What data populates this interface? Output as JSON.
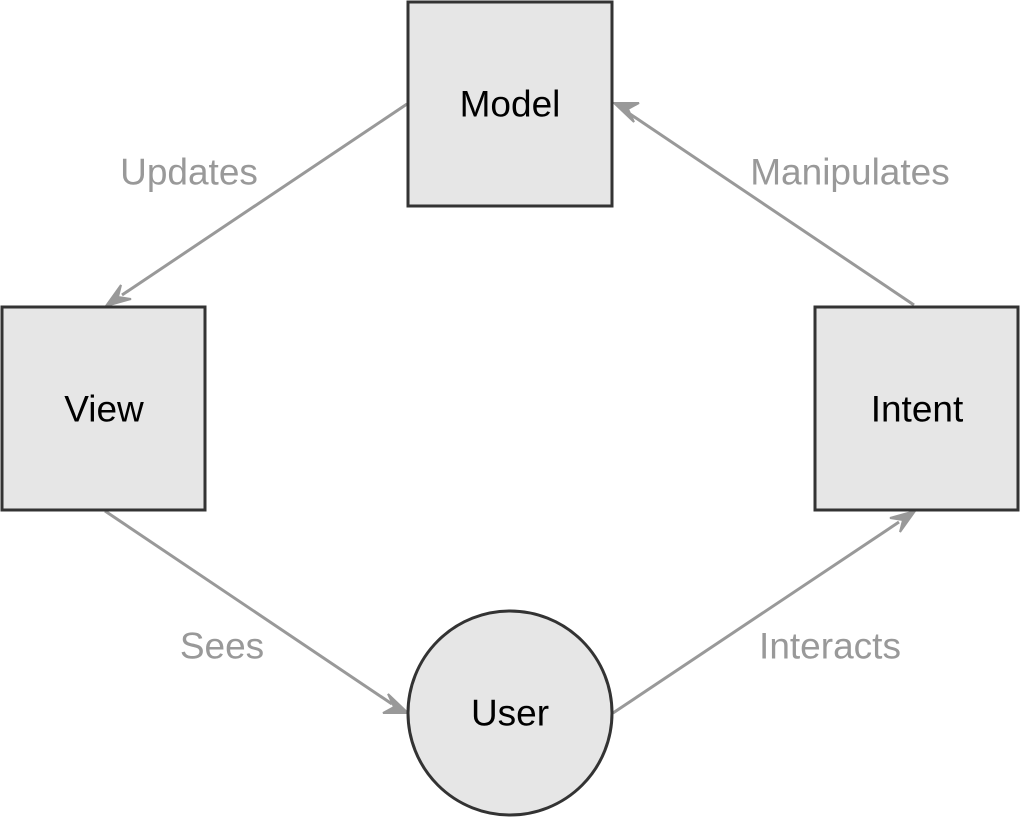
{
  "nodes": {
    "model": {
      "label": "Model",
      "shape": "square"
    },
    "view": {
      "label": "View",
      "shape": "square"
    },
    "intent": {
      "label": "Intent",
      "shape": "square"
    },
    "user": {
      "label": "User",
      "shape": "circle"
    }
  },
  "edges": [
    {
      "from": "model",
      "to": "view",
      "label": "Updates"
    },
    {
      "from": "view",
      "to": "user",
      "label": "Sees"
    },
    {
      "from": "user",
      "to": "intent",
      "label": "Interacts"
    },
    {
      "from": "intent",
      "to": "model",
      "label": "Manipulates"
    }
  ],
  "colors": {
    "node_fill": "#e6e6e6",
    "node_stroke": "#333333",
    "edge": "#999999",
    "edge_label": "#999999",
    "node_label": "#000000"
  }
}
